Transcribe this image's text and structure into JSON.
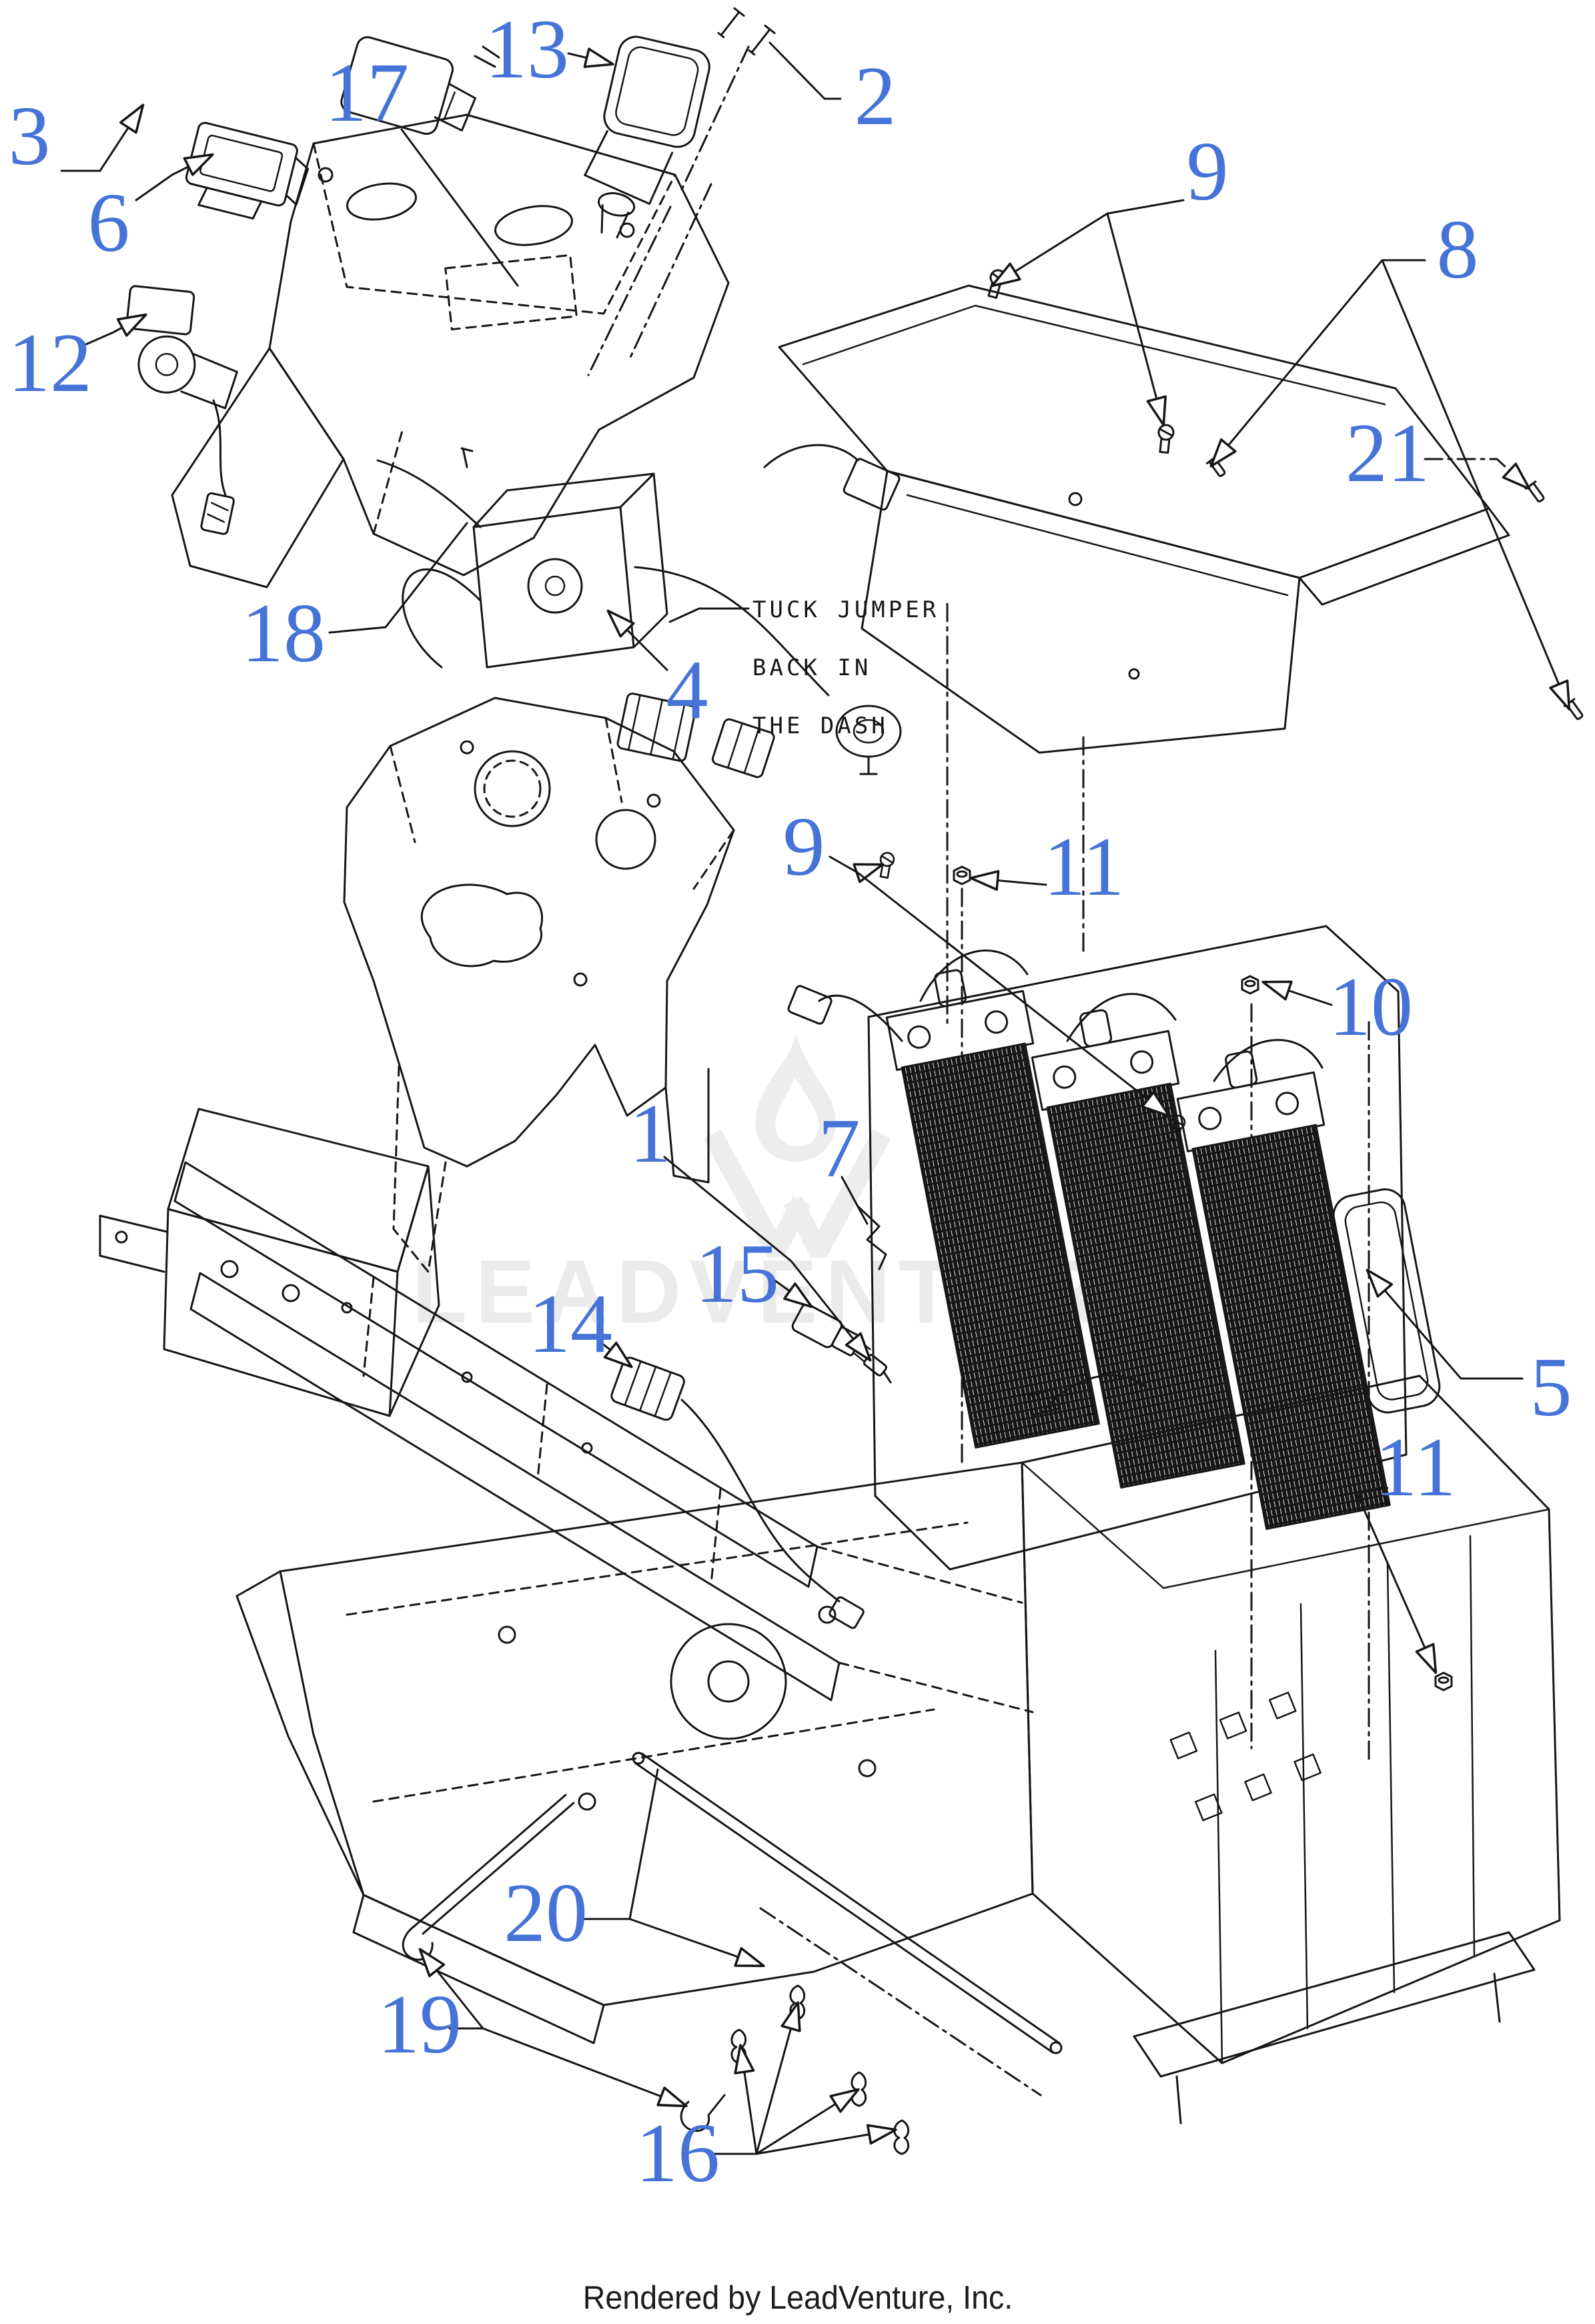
{
  "page": {
    "background_color": "#ffffff",
    "colors": {
      "callout_blue": "#4573d7",
      "line_ink": "#161616",
      "watermark_gray": "#ebebeb"
    },
    "note": {
      "line1": "TUCK JUMPER",
      "line2": "BACK IN",
      "line3": "THE DASH"
    },
    "watermark": {
      "text": "LEADVENTURE",
      "icon": "leadventure-flame-v-logo"
    },
    "footer": {
      "text": "Rendered by LeadVenture, Inc."
    },
    "callouts": [
      {
        "label": "3"
      },
      {
        "label": "6"
      },
      {
        "label": "13"
      },
      {
        "label": "17"
      },
      {
        "label": "2"
      },
      {
        "label": "12"
      },
      {
        "label": "9"
      },
      {
        "label": "8"
      },
      {
        "label": "21"
      },
      {
        "label": "18"
      },
      {
        "label": "4"
      },
      {
        "label": "9"
      },
      {
        "label": "11"
      },
      {
        "label": "10"
      },
      {
        "label": "1"
      },
      {
        "label": "7"
      },
      {
        "label": "15"
      },
      {
        "label": "14"
      },
      {
        "label": "5"
      },
      {
        "label": "11"
      },
      {
        "label": "20"
      },
      {
        "label": "19"
      },
      {
        "label": "16"
      }
    ]
  }
}
